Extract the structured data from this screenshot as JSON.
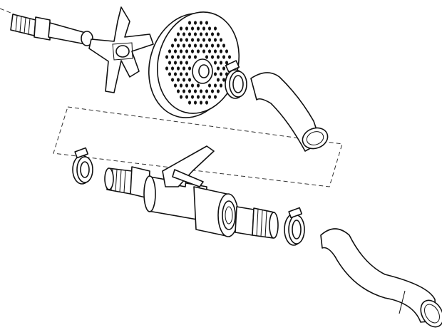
{
  "diagram": {
    "type": "exploded-view line drawing",
    "colors": {
      "line": "#111111",
      "background": "#ffffff"
    },
    "parts": [
      "threaded-adapter",
      "cross-knife",
      "perforated-grinder-plate",
      "hose-clamp",
      "hose",
      "ball-valve",
      "barb-fitting",
      "union-nut"
    ]
  }
}
